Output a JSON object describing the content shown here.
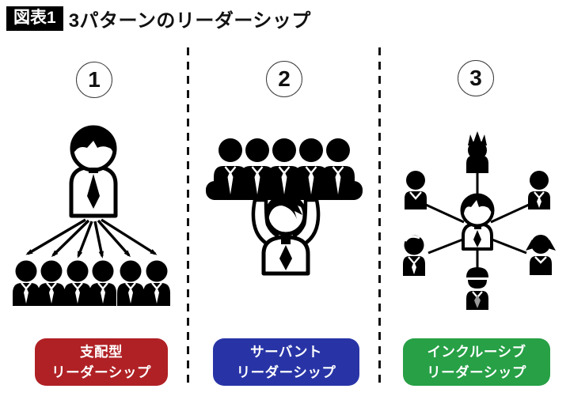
{
  "header": {
    "badge": "図表1",
    "title": "3パターンのリーダーシップ"
  },
  "columns": [
    {
      "number": "1",
      "label_line1": "支配型",
      "label_line2": "リーダーシップ",
      "box_color": "#b02125",
      "illustration": "dominant-leader-with-arrows-to-six-followers"
    },
    {
      "number": "2",
      "label_line1": "サーバント",
      "label_line2": "リーダーシップ",
      "box_color": "#2834a6",
      "illustration": "servant-leader-lifting-team-of-five"
    },
    {
      "number": "3",
      "label_line1": "インクルーシブ",
      "label_line2": "リーダーシップ",
      "box_color": "#27a046",
      "illustration": "inclusive-leader-network-with-six-diverse-members"
    }
  ],
  "colors": {
    "badge_bg": "#000000",
    "badge_text": "#ffffff",
    "title_text": "#111111",
    "divider": "#111111",
    "label_text": "#ffffff"
  }
}
